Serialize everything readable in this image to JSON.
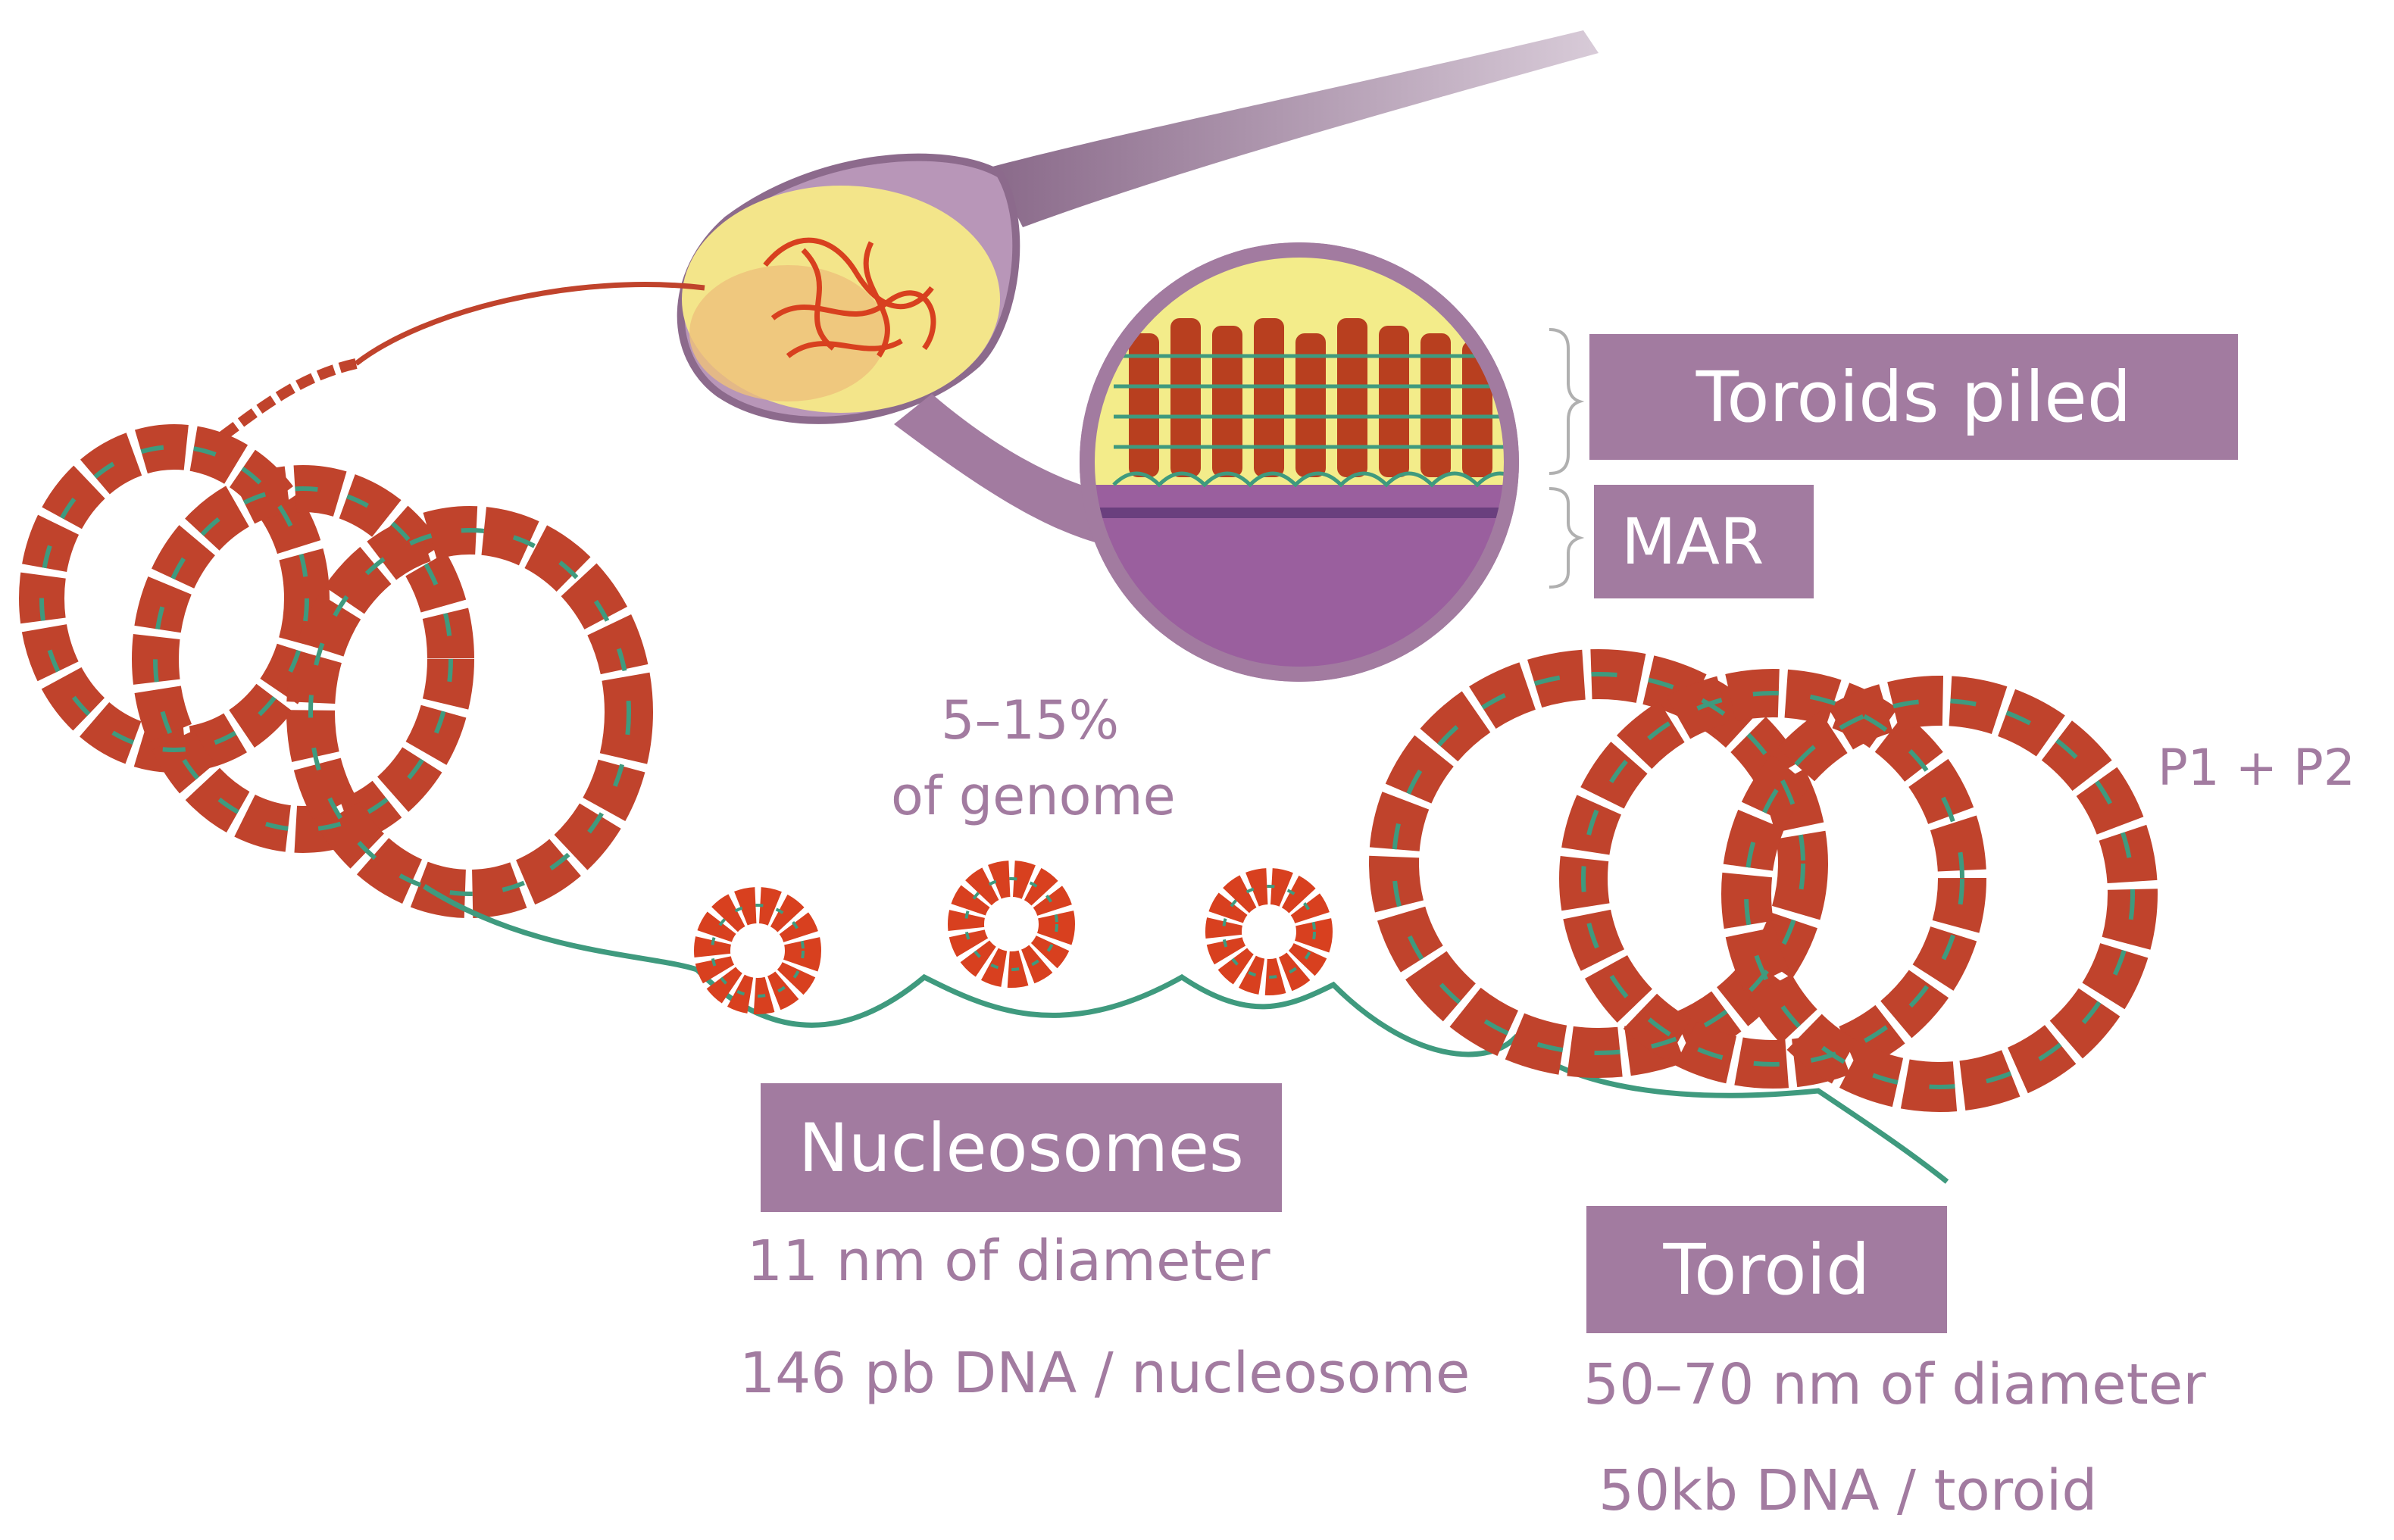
{
  "labels": {
    "toroids_piled": "Toroids piled",
    "mar": "MAR",
    "nucleosomes": "Nucleosomes",
    "toroid": "Toroid"
  },
  "notes": {
    "genome_pct": "5–15%",
    "of_genome": "of genome",
    "protamines": "P1 + P2",
    "nuc_diameter": "11 nm of diameter",
    "nuc_dna": "146 pb DNA / nucleosome",
    "tor_diameter": "50–70 nm of diameter",
    "tor_dna": "50kb DNA / toroid"
  },
  "colors": {
    "label_box": "#a27ba0",
    "chromatin": "#c0432c",
    "dna_linker": "#3f9a7e",
    "sperm_body": "#8c6a8c",
    "nucleus": "#f0e07a"
  },
  "icons": [
    "sperm-head-icon",
    "magnified-inset-icon",
    "toroid-coil-icon",
    "nucleosome-icon"
  ]
}
